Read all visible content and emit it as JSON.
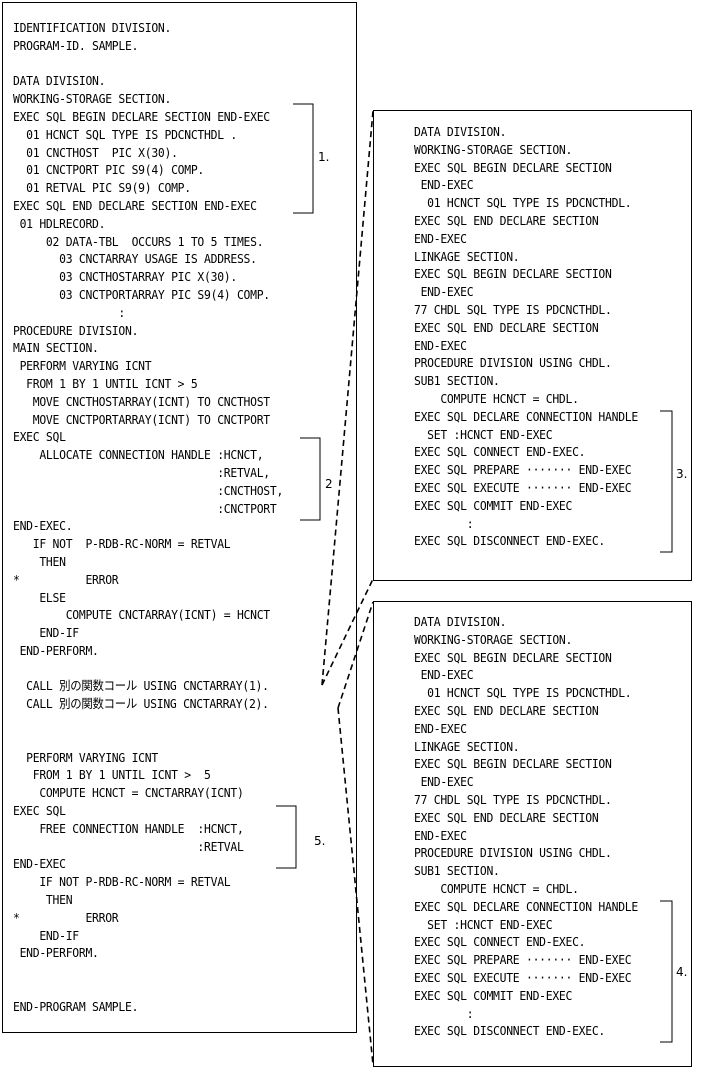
{
  "main_program": {
    "lines": [
      "IDENTIFICATION DIVISION.",
      "PROGRAM-ID. SAMPLE.",
      "",
      "DATA DIVISION.",
      "WORKING-STORAGE SECTION.",
      "EXEC SQL BEGIN DECLARE SECTION END-EXEC",
      "  01 HCNCT SQL TYPE IS PDCNCTHDL .",
      "  01 CNCTHOST  PIC X(30).",
      "  01 CNCTPORT PIC S9(4) COMP.",
      "  01 RETVAL PIC S9(9) COMP.",
      "EXEC SQL END DECLARE SECTION END-EXEC",
      " 01 HDLRECORD.",
      "     02 DATA-TBL  OCCURS 1 TO 5 TIMES.",
      "       03 CNCTARRAY USAGE IS ADDRESS.",
      "       03 CNCTHOSTARRAY PIC X(30).",
      "       03 CNCTPORTARRAY PIC S9(4) COMP.",
      "                :",
      "PROCEDURE DIVISION.",
      "MAIN SECTION.",
      " PERFORM VARYING ICNT",
      "  FROM 1 BY 1 UNTIL ICNT > 5",
      "   MOVE CNCTHOSTARRAY(ICNT) TO CNCTHOST",
      "   MOVE CNCTPORTARRAY(ICNT) TO CNCTPORT",
      "EXEC SQL",
      "    ALLOCATE CONNECTION HANDLE :HCNCT,",
      "                               :RETVAL,",
      "                               :CNCTHOST,",
      "                               :CNCTPORT",
      "END-EXEC.",
      "   IF NOT  P-RDB-RC-NORM = RETVAL",
      "    THEN",
      "*          ERROR",
      "    ELSE",
      "        COMPUTE CNCTARRAY(ICNT) = HCNCT",
      "    END-IF",
      " END-PERFORM.",
      "",
      "  CALL 別の関数コール USING CNCTARRAY(1).",
      "  CALL 別の関数コール USING CNCTARRAY(2).",
      "",
      "",
      "  PERFORM VARYING ICNT",
      "   FROM 1 BY 1 UNTIL ICNT >  5",
      "    COMPUTE HCNCT = CNCTARRAY(ICNT)",
      "EXEC SQL",
      "    FREE CONNECTION HANDLE  :HCNCT,",
      "                            :RETVAL",
      "END-EXEC",
      "    IF NOT P-RDB-RC-NORM = RETVAL",
      "     THEN",
      "*          ERROR",
      "    END-IF",
      " END-PERFORM.",
      "",
      "",
      "END-PROGRAM SAMPLE."
    ],
    "marks": [
      "1.",
      "2",
      "5."
    ]
  },
  "sub_program_1": {
    "lines": [
      "DATA DIVISION.",
      "WORKING-STORAGE SECTION.",
      "EXEC SQL BEGIN DECLARE SECTION",
      " END-EXEC",
      "  01 HCNCT SQL TYPE IS PDCNCTHDL.",
      "EXEC SQL END DECLARE SECTION",
      "END-EXEC",
      "LINKAGE SECTION.",
      "EXEC SQL BEGIN DECLARE SECTION",
      " END-EXEC",
      "77 CHDL SQL TYPE IS PDCNCTHDL.",
      "EXEC SQL END DECLARE SECTION",
      "END-EXEC",
      "PROCEDURE DIVISION USING CHDL.",
      "SUB1 SECTION.",
      "    COMPUTE HCNCT = CHDL.",
      "EXEC SQL DECLARE CONNECTION HANDLE",
      "  SET :HCNCT END-EXEC",
      "EXEC SQL CONNECT END-EXEC.",
      "EXEC SQL PREPARE ······· END-EXEC",
      "EXEC SQL EXECUTE ······· END-EXEC",
      "EXEC SQL COMMIT END-EXEC",
      "        :",
      "EXEC SQL DISCONNECT END-EXEC."
    ],
    "mark": "3."
  },
  "sub_program_2": {
    "lines": [
      "DATA DIVISION.",
      "WORKING-STORAGE SECTION.",
      "EXEC SQL BEGIN DECLARE SECTION",
      " END-EXEC",
      "  01 HCNCT SQL TYPE IS PDCNCTHDL.",
      "EXEC SQL END DECLARE SECTION",
      "END-EXEC",
      "LINKAGE SECTION.",
      "EXEC SQL BEGIN DECLARE SECTION",
      " END-EXEC",
      "77 CHDL SQL TYPE IS PDCNCTHDL.",
      "EXEC SQL END DECLARE SECTION",
      "END-EXEC",
      "PROCEDURE DIVISION USING CHDL.",
      "SUB1 SECTION.",
      "    COMPUTE HCNCT = CHDL.",
      "EXEC SQL DECLARE CONNECTION HANDLE",
      "  SET :HCNCT END-EXEC",
      "EXEC SQL CONNECT END-EXEC.",
      "EXEC SQL PREPARE ······· END-EXEC",
      "EXEC SQL EXECUTE ······· END-EXEC",
      "EXEC SQL COMMIT END-EXEC",
      "        :",
      "EXEC SQL DISCONNECT END-EXEC."
    ],
    "mark": "4."
  }
}
